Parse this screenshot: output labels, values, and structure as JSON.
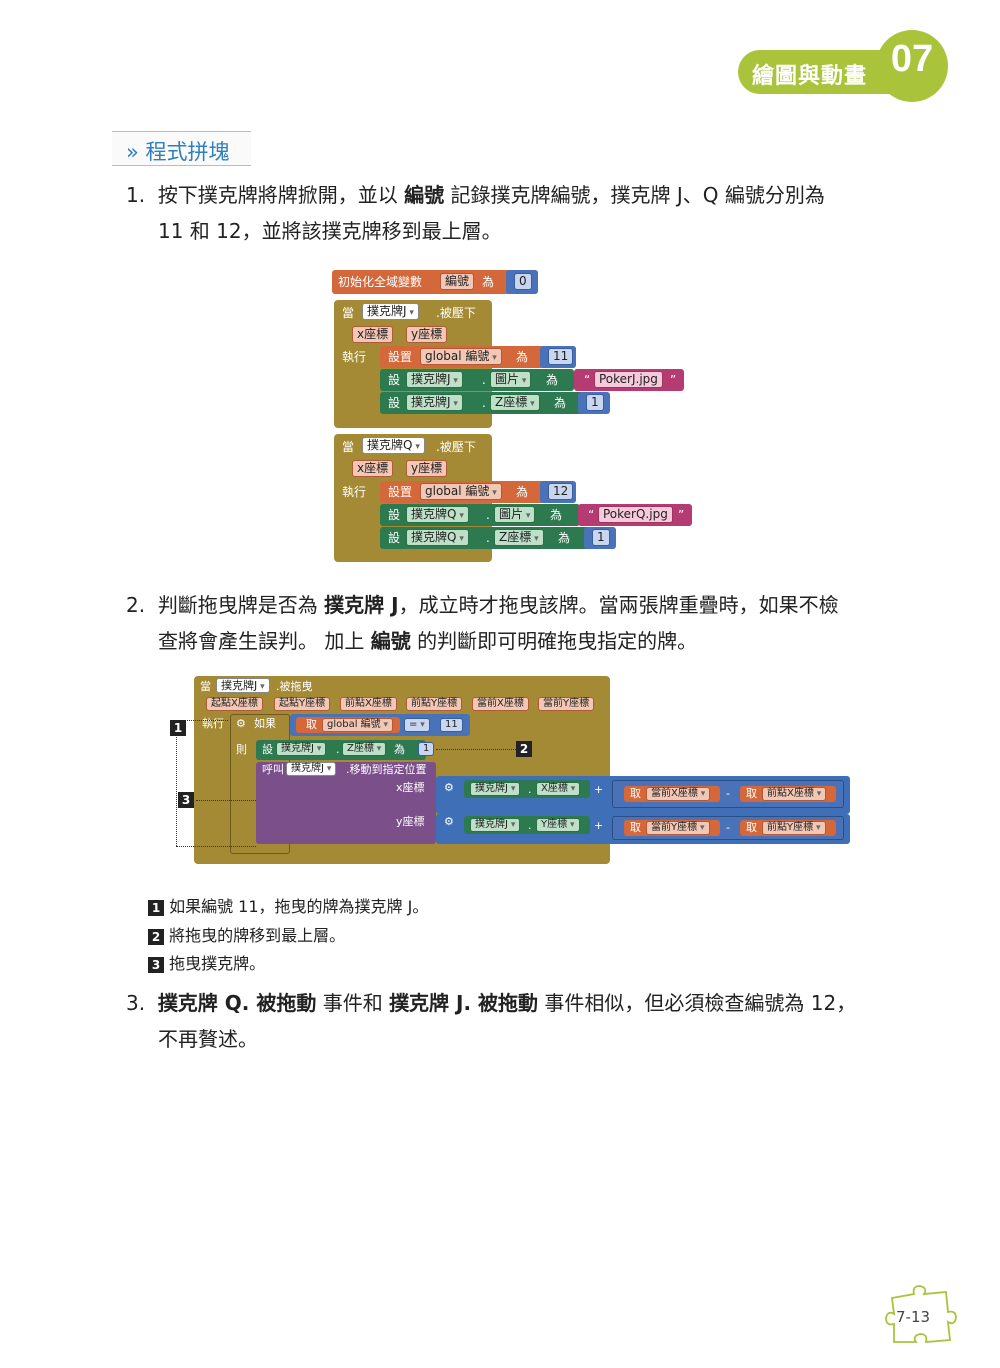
{
  "chapter": {
    "title": "繪圖與動畫",
    "number": "07"
  },
  "section": {
    "title": "» 程式拼塊"
  },
  "step1": {
    "num": "1.",
    "line1_a": "按下撲克牌將牌掀開，並以",
    "line1_b": "編號",
    "line1_c": "記錄撲克牌編號，撲克牌 J、Q 編號分別為",
    "line2": "11 和 12，並將該撲克牌移到最上層。"
  },
  "blocks1": {
    "init": {
      "label": "初始化全域變數",
      "var": "編號",
      "as": "為",
      "value": "0"
    },
    "handlers": [
      {
        "when": "當",
        "component": "撲克牌J",
        "event": ".被壓下",
        "param_x": "x座標",
        "param_y": "y座標",
        "do": "執行",
        "set_global": "設置",
        "global_var": "global 編號",
        "as": "為",
        "num_value": "11",
        "set": "設",
        "prop_image": "圖片",
        "quote_open": "“",
        "image_value": "PokerJ.jpg",
        "quote_close": "”",
        "prop_z": "Z座標",
        "z_value": "1",
        "dot": "."
      },
      {
        "when": "當",
        "component": "撲克牌Q",
        "event": ".被壓下",
        "param_x": "x座標",
        "param_y": "y座標",
        "do": "執行",
        "set_global": "設置",
        "global_var": "global 編號",
        "as": "為",
        "num_value": "12",
        "set": "設",
        "prop_image": "圖片",
        "quote_open": "“",
        "image_value": "PokerQ.jpg",
        "quote_close": "”",
        "prop_z": "Z座標",
        "z_value": "1",
        "dot": "."
      }
    ]
  },
  "step2": {
    "num": "2.",
    "line1_a": "判斷拖曳牌是否為",
    "line1_b": "撲克牌 J",
    "line1_c": "，成立時才拖曳該牌。當兩張牌重疊時，如果不檢",
    "line2_a": "查將會產生誤判。 加上",
    "line2_b": "編號",
    "line2_c": "的判斷即可明確拖曳指定的牌。"
  },
  "blocks2": {
    "when": "當",
    "component": "撲克牌J",
    "event": ".被拖曳",
    "params": [
      "起點X座標",
      "起點Y座標",
      "前點X座標",
      "前點Y座標",
      "當前X座標",
      "當前Y座標"
    ],
    "do": "執行",
    "if": "如果",
    "get": "取",
    "global_var": "global 編號",
    "eq": "=",
    "num": "11",
    "then": "則",
    "set": "設",
    "z_prop": "Z座標",
    "as": "為",
    "z_value": "1",
    "call": "呼叫",
    "method": ".移動到指定位置",
    "x_arg": "x座標",
    "y_arg": "y座標",
    "x_prop": "X座標",
    "y_prop": "Y座標",
    "plus": "+",
    "minus": "-",
    "dot": ".",
    "cur_x": "當前X座標",
    "prev_x": "前點X座標",
    "cur_y": "當前Y座標",
    "prev_y": "前點Y座標",
    "markers": [
      "1",
      "2",
      "3"
    ]
  },
  "notes": [
    {
      "n": "1",
      "text": "如果編號 11，拖曳的牌為撲克牌 J。"
    },
    {
      "n": "2",
      "text": "將拖曳的牌移到最上層。"
    },
    {
      "n": "3",
      "text": "拖曳撲克牌。"
    }
  ],
  "step3": {
    "num": "3.",
    "line1_a": "撲克牌 Q. 被拖動",
    "line1_b": "事件和",
    "line1_c": "撲克牌 J. 被拖動",
    "line1_d": "事件相似，但必須檢查編號為 12，",
    "line2": "不再贅述。"
  },
  "page_number": "7-13",
  "colors": {
    "accent": "#a9c43b",
    "section_blue": "#2d7fc0",
    "event_gold": "#a48a34",
    "var_orange": "#d4683b",
    "math_blue": "#4a72b8",
    "comp_green": "#2e7a50",
    "text_magenta": "#b53c72",
    "proc_purple": "#7a4f8a",
    "math_blue2": "#3f6fb6"
  }
}
